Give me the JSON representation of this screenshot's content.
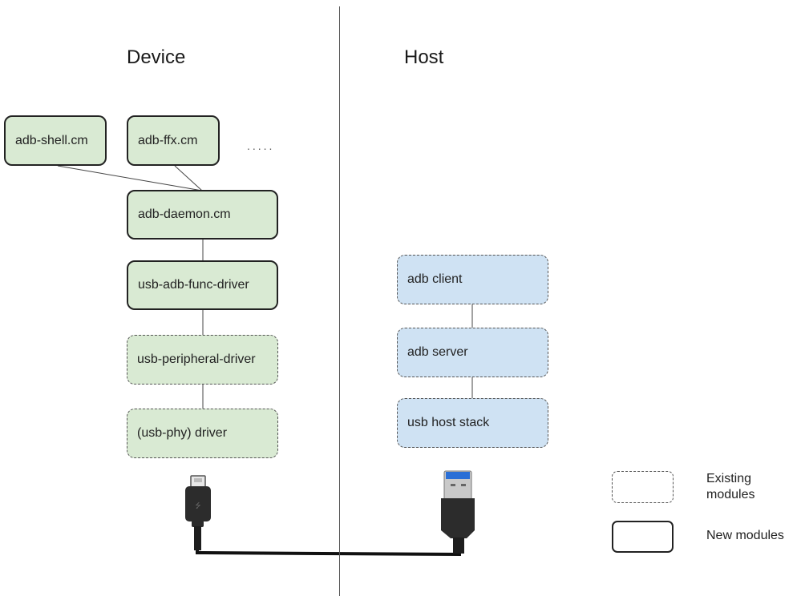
{
  "headings": {
    "device": "Device",
    "host": "Host"
  },
  "device_modules": [
    {
      "label": "adb-shell.cm",
      "type": "new"
    },
    {
      "label": "adb-ffx.cm",
      "type": "new"
    },
    {
      "label": "adb-daemon.cm",
      "type": "new"
    },
    {
      "label": "usb-adb-func-driver",
      "type": "new"
    },
    {
      "label": "usb-peripheral-driver",
      "type": "existing"
    },
    {
      "label": "(usb-phy) driver",
      "type": "existing"
    }
  ],
  "more_indicator": ".....",
  "host_modules": [
    {
      "label": "adb client",
      "type": "existing"
    },
    {
      "label": "adb server",
      "type": "existing"
    },
    {
      "label": "usb host stack",
      "type": "existing"
    }
  ],
  "connectors": {
    "device_end": "micro-usb-connector",
    "host_end": "usb-a-connector"
  },
  "legend": {
    "existing": "Existing modules",
    "new": "New modules"
  },
  "colors": {
    "device_fill": "#d9ead3",
    "host_fill": "#cfe2f3",
    "usb3_blue": "#2a6fd6"
  }
}
